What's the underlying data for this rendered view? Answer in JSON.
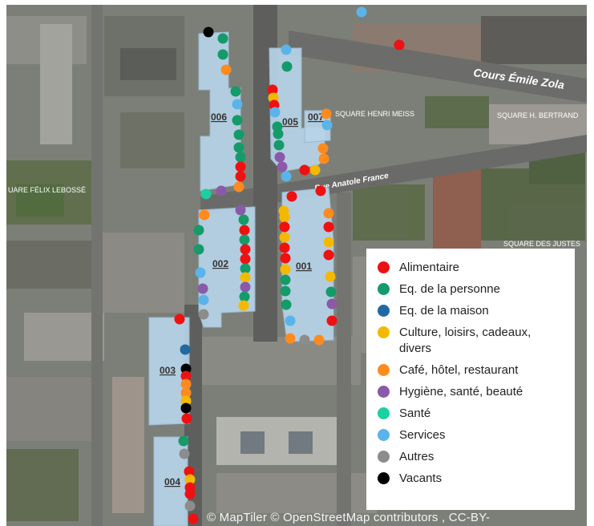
{
  "map": {
    "streets": {
      "cours_emile_zola": "Cours Émile Zola",
      "rue_anatole_france": "Rue Anatole France"
    },
    "squares": {
      "henri_meiss": "SQUARE HENRI MEISS",
      "bertrand": "SQUARE H. BERTRAND",
      "felix_lebosse": "UARE FÉLIX LEBOSSÉ",
      "des_justes": "SQUARE DES JUSTES"
    },
    "blocks": [
      "006",
      "005",
      "007",
      "002",
      "001",
      "003",
      "004"
    ],
    "attribution": "© MapTiler  © OpenStreetMap contributors , CC-BY-"
  },
  "legend": {
    "items": [
      {
        "key": "alimentaire",
        "label": "Alimentaire",
        "color": "#ee1111"
      },
      {
        "key": "personne",
        "label": "Eq. de la personne",
        "color": "#159a6a"
      },
      {
        "key": "maison",
        "label": "Eq. de la maison",
        "color": "#1f6aa5"
      },
      {
        "key": "culture",
        "label": "Culture, loisirs, cadeaux, divers",
        "color": "#f5b800"
      },
      {
        "key": "cafe",
        "label": "Café, hôtel, restaurant",
        "color": "#ff8a1e"
      },
      {
        "key": "hygiene",
        "label": "Hygiène, santé, beauté",
        "color": "#8a5aa8"
      },
      {
        "key": "sante",
        "label": "Santé",
        "color": "#1ad0a0"
      },
      {
        "key": "services",
        "label": "Services",
        "color": "#5ab4ea"
      },
      {
        "key": "autres",
        "label": "Autres",
        "color": "#8c8c8c"
      },
      {
        "key": "vacants",
        "label": "Vacants",
        "color": "#000000"
      }
    ]
  }
}
